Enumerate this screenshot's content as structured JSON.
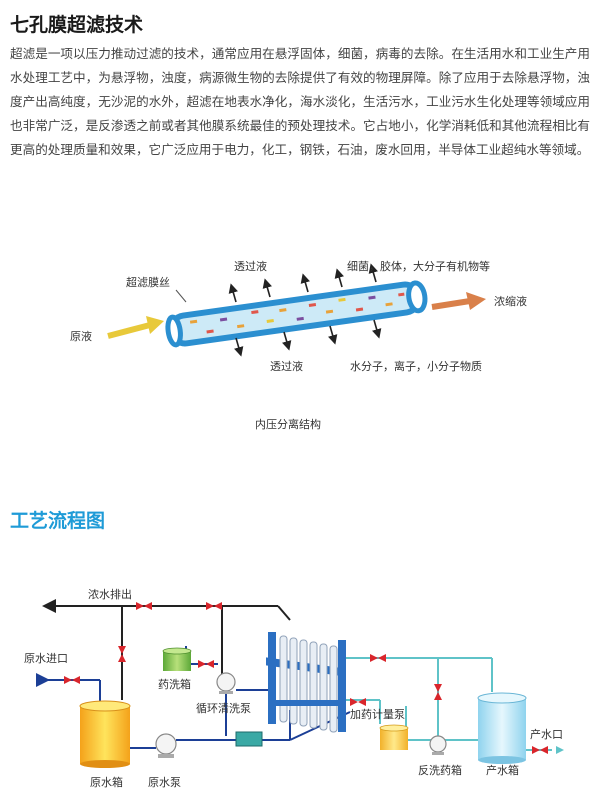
{
  "header": {
    "title": "七孔膜超滤技术"
  },
  "intro": {
    "text": "超滤是一项以压力推动过滤的技术，通常应用在悬浮固体，细菌，病毒的去除。在生活用水和工业生产用水处理工艺中，为悬浮物，浊度，病源微生物的去除提供了有效的物理屏障。除了应用于去除悬浮物，浊度产出高纯度，无沙泥的水外，超滤在地表水净化，海水淡化，生活污水，工业污水生化处理等领域应用也非常广泛，是反渗透之前或者其他膜系统最佳的预处理技术。它占地小，化学消耗低和其他流程相比有更高的处理质量和效果，它广泛应用于电力，化工，钢铁，石油，废水回用，半导体工业超纯水等领域。"
  },
  "membrane_diagram": {
    "label_fiber": "超滤膜丝",
    "label_permeate_top": "透过液",
    "label_permeate_bottom": "透过液",
    "label_retained": "细菌，胶体，大分子有机物等",
    "label_passed": "水分子，离子，小分子物质",
    "label_feed": "原液",
    "label_concentrate": "浓缩液",
    "caption": "内压分离结构",
    "colors": {
      "feed_arrow": "#e8c93a",
      "concentrate_arrow": "#d9804a",
      "tube": "#2b8fd0",
      "tube_fill": "#cdeaf7"
    }
  },
  "process_section": {
    "title": "工艺流程图"
  },
  "process_diagram": {
    "label_concentrate_out": "浓水排出",
    "label_raw_inlet": "原水进口",
    "label_chem_tank": "药洗箱",
    "label_cleaning_pump": "循环清洗泵",
    "label_raw_tank": "原水箱",
    "label_raw_pump": "原水泵",
    "label_dosing_pump": "加药计量泵",
    "label_backwash_tank": "反洗药箱",
    "label_product_tank": "产水箱",
    "label_product_outlet": "产水口",
    "colors": {
      "raw_pipe": "#1c3f96",
      "product_pipe": "#5fc3c8",
      "drain_pipe": "#222222",
      "valve": "#d9262c"
    }
  }
}
